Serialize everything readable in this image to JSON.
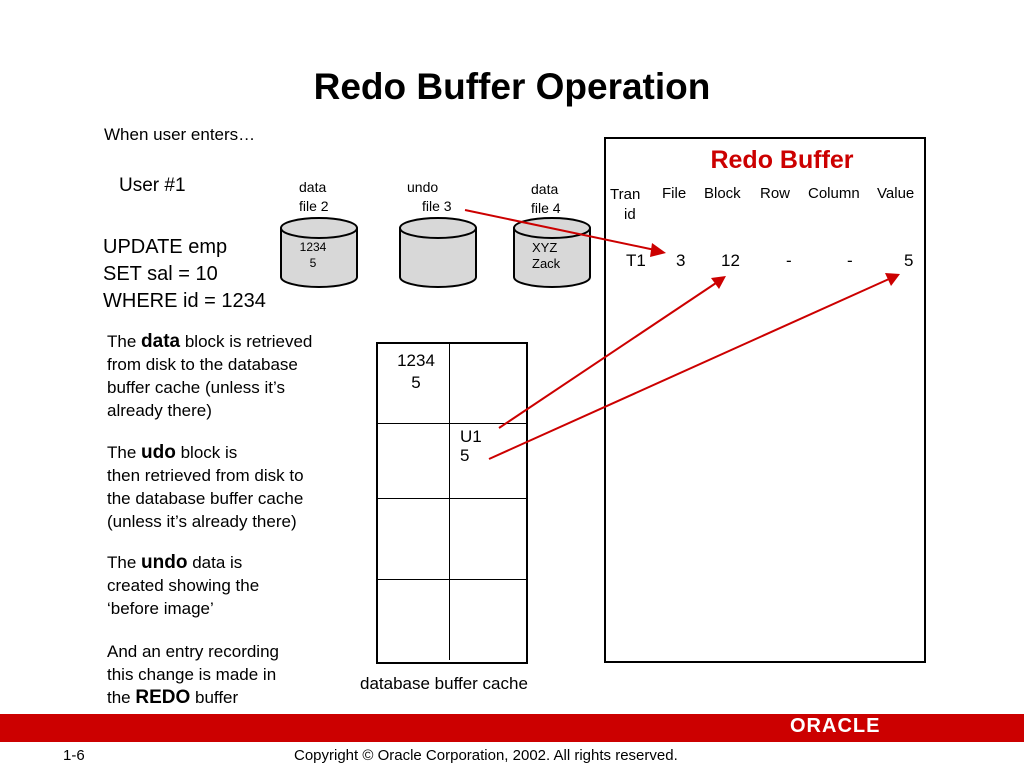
{
  "title": "Redo Buffer Operation",
  "intro": "When user enters…",
  "user": "User #1",
  "sql": [
    "UPDATE emp",
    "SET sal = 10",
    "WHERE id = 1234"
  ],
  "disks": [
    {
      "label_line1": "data",
      "label_line2": "file 2",
      "content_line1": "1234",
      "content_line2": "5"
    },
    {
      "label_line1": "undo",
      "label_line2": "file 3",
      "content_line1": "",
      "content_line2": ""
    },
    {
      "label_line1": "data",
      "label_line2": "file 4",
      "content_line1": "XYZ",
      "content_line2": "Zack"
    }
  ],
  "steps": {
    "data_pre": "The ",
    "data_word": "data",
    "data_post": " block is retrieved",
    "data_l2": "from disk to the database",
    "data_l3": "buffer cache (unless it’s",
    "data_l4": "already there)",
    "udo_pre": "The ",
    "udo_word": "udo",
    "udo_post": " block is",
    "udo_l2": "then retrieved from disk to",
    "udo_l3": "the database buffer cache",
    "udo_l4": "(unless it’s already there)",
    "undo_pre": "The ",
    "undo_word": "undo",
    "undo_post": " data is",
    "undo_l2": "created showing the",
    "undo_l3": "‘before image’",
    "redo_l1": "And an entry recording",
    "redo_l2": "this change is made in",
    "redo_pre": "the ",
    "redo_word": "REDO",
    "redo_post": " buffer"
  },
  "cache": {
    "cell1_line1": "1234",
    "cell1_line2": "5",
    "cell2_line1": "U1",
    "cell2_line2": "5",
    "label": "database buffer cache"
  },
  "redo_buffer": {
    "title": "Redo Buffer",
    "headers": [
      "Tran",
      "File",
      "Block",
      "Row",
      "Column",
      "Value"
    ],
    "header_tran_line2": "id",
    "row": [
      "T1",
      "3",
      "12",
      "-",
      "-",
      "5"
    ]
  },
  "colors": {
    "accent": "#cc0000",
    "arrow": "#cc0000"
  },
  "footer": {
    "page": "1-6",
    "copyright": "Copyright © Oracle Corporation, 2002. All rights reserved.",
    "logo": "ORACLE"
  }
}
